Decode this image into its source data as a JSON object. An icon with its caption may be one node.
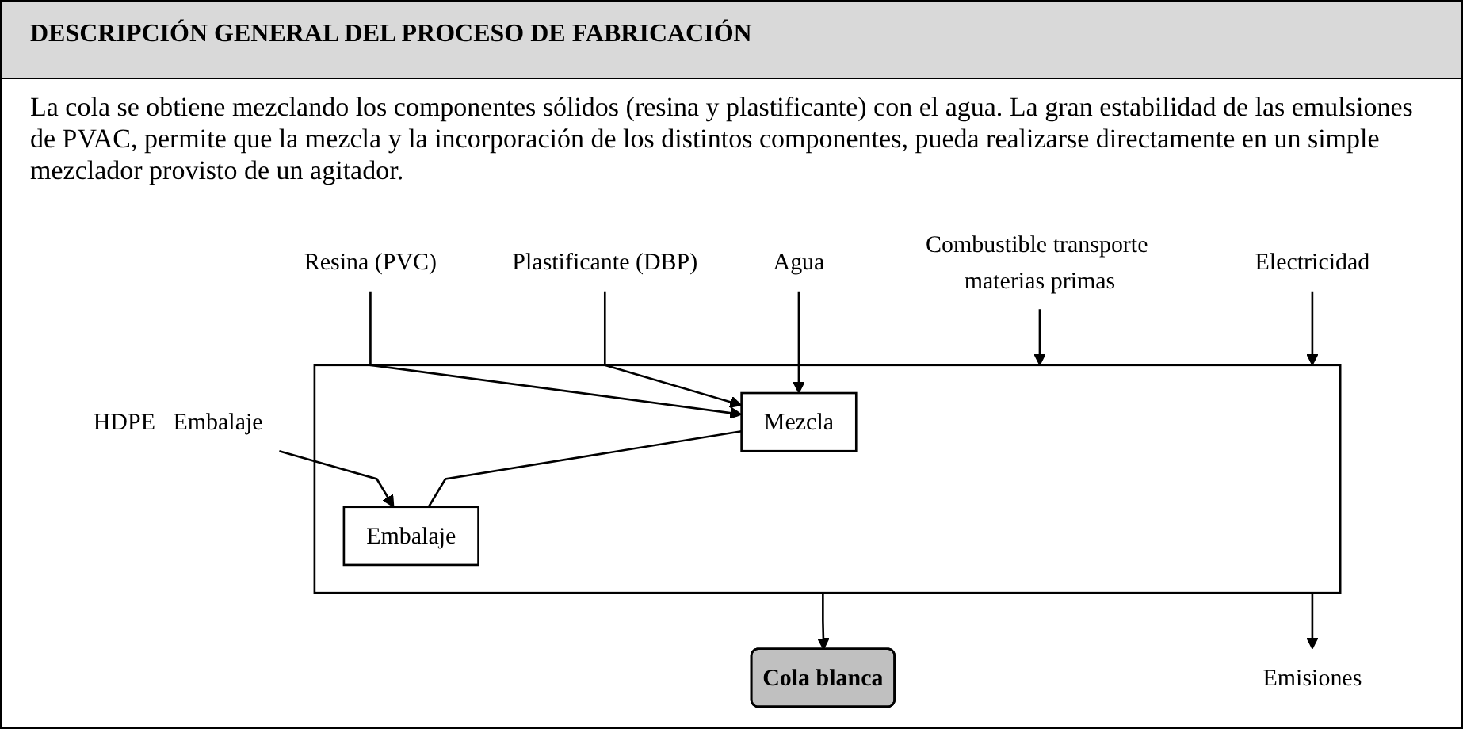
{
  "diagram": {
    "title": "DESCRIPCIÓN GENERAL DEL PROCESO DE FABRICACIÓN",
    "nodes": [
      {
        "text": [
          "Resina (PVC)"
        ]
      },
      {
        "text": [
          "Plastificante (DBP)"
        ]
      },
      {
        "text": [
          "Agua"
        ]
      },
      {
        "text": [
          "Embalaje"
        ],
        "beside": [
          "HDPE"
        ]
      },
      {
        "text": [
          "Combustible transporte materias primas"
        ]
      },
      {
        "text": [
          "Electricidad"
        ]
      },
      {
        "text": [],
        "shape": "box"
      },
      {
        "text": [
          "Mezcla"
        ],
        "in": 6
      },
      {
        "text": [
          "Embalaje"
        ],
        "in": 6
      },
      {
        "text": [
          "Cola blanca"
        ]
      },
      {
        "text": [
          "Emisiones"
        ]
      }
    ],
    "edges": [
      {
        "from": 0,
        "to": 7,
        "arrow": "to"
      },
      {
        "from": 1,
        "to": 7,
        "arrow": "to"
      },
      {
        "from": 2,
        "to": 7,
        "arrow": "to"
      },
      {
        "from": 3,
        "to": 8,
        "arrow": "to"
      },
      {
        "from": 4,
        "to": 6,
        "arrow": "to"
      },
      {
        "from": 5,
        "to": 6,
        "arrow": "to"
      },
      {
        "from": 7,
        "to": 8,
        "arrow": "none"
      },
      {
        "from": 6,
        "to": 9,
        "arrow": "to"
      },
      {
        "from": 6,
        "to": 10,
        "arrow": "to"
      }
    ],
    "labels": [
      "La cola se obtiene mezclando los componentes sólidos (resina y plastificante) con el agua. La gran estabilidad de las emulsiones de PVAC, permite que la mezcla y la incorporación de los distintos componentes, pueda realizarse directamente en un simple mezclador provisto de un agitador."
    ]
  }
}
